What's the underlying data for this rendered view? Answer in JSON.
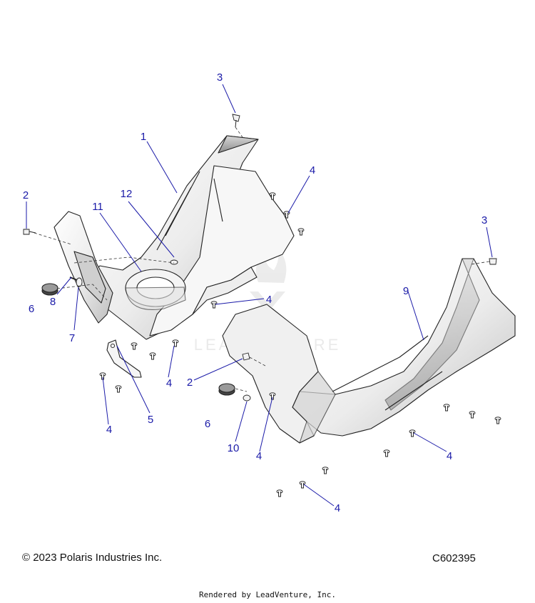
{
  "callouts": [
    {
      "id": "c3a",
      "label": "3"
    },
    {
      "id": "c1",
      "label": "1"
    },
    {
      "id": "c4a",
      "label": "4"
    },
    {
      "id": "c2a",
      "label": "2"
    },
    {
      "id": "c12",
      "label": "12"
    },
    {
      "id": "c11",
      "label": "11"
    },
    {
      "id": "c3b",
      "label": "3"
    },
    {
      "id": "c9",
      "label": "9"
    },
    {
      "id": "c4b",
      "label": "4"
    },
    {
      "id": "c6a",
      "label": "6"
    },
    {
      "id": "c8",
      "label": "8"
    },
    {
      "id": "c7",
      "label": "7"
    },
    {
      "id": "c2b",
      "label": "2"
    },
    {
      "id": "c4c",
      "label": "4"
    },
    {
      "id": "c5",
      "label": "5"
    },
    {
      "id": "c6b",
      "label": "6"
    },
    {
      "id": "c4d",
      "label": "4"
    },
    {
      "id": "c10",
      "label": "10"
    },
    {
      "id": "c4e",
      "label": "4"
    },
    {
      "id": "c4f",
      "label": "4"
    },
    {
      "id": "c4g",
      "label": "4"
    }
  ],
  "watermark": "LEADVENTURE",
  "footer": {
    "copyright": "© 2023 Polaris Industries Inc.",
    "figure_id": "C602395",
    "render_credit": "Rendered by LeadVenture, Inc."
  },
  "colors": {
    "callout": "#1a1aa8",
    "line": "#222222",
    "watermark": "#d9d9d9"
  }
}
